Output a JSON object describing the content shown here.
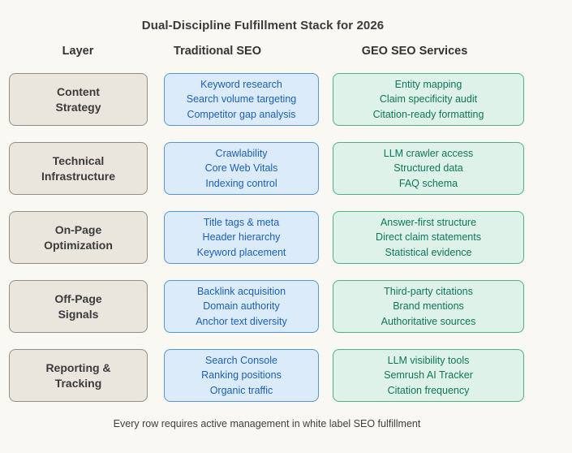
{
  "title": "Dual-Discipline Fulfillment Stack for 2026",
  "footer": "Every row requires active management in white label SEO fulfillment",
  "columns": [
    {
      "id": "layer",
      "label": "Layer"
    },
    {
      "id": "traditional",
      "label": "Traditional SEO"
    },
    {
      "id": "geo",
      "label": "GEO SEO Services"
    }
  ],
  "rows": [
    {
      "layer": [
        "Content",
        "Strategy"
      ],
      "traditional": [
        "Keyword research",
        "Search volume targeting",
        "Competitor gap analysis"
      ],
      "geo": [
        "Entity mapping",
        "Claim specificity audit",
        "Citation-ready formatting"
      ]
    },
    {
      "layer": [
        "Technical",
        "Infrastructure"
      ],
      "traditional": [
        "Crawlability",
        "Core Web Vitals",
        "Indexing control"
      ],
      "geo": [
        "LLM crawler access",
        "Structured data",
        "FAQ schema"
      ]
    },
    {
      "layer": [
        "On-Page",
        "Optimization"
      ],
      "traditional": [
        "Title tags & meta",
        "Header hierarchy",
        "Keyword placement"
      ],
      "geo": [
        "Answer-first structure",
        "Direct claim statements",
        "Statistical evidence"
      ]
    },
    {
      "layer": [
        "Off-Page",
        "Signals"
      ],
      "traditional": [
        "Backlink acquisition",
        "Domain authority",
        "Anchor text diversity"
      ],
      "geo": [
        "Third-party citations",
        "Brand mentions",
        "Authoritative sources"
      ]
    },
    {
      "layer": [
        "Reporting &",
        "Tracking"
      ],
      "traditional": [
        "Search Console",
        "Ranking positions",
        "Organic traffic"
      ],
      "geo": [
        "LLM visibility tools",
        "Semrush AI Tracker",
        "Citation frequency"
      ]
    }
  ],
  "colors": {
    "background": "#faf8f3",
    "heading_text": "#3a3a3a",
    "layer_fill": "#eae6de",
    "layer_border": "#8f8e88",
    "layer_text": "#3b3b3b",
    "traditional_fill": "#dcebfa",
    "traditional_border": "#5595d2",
    "traditional_text": "#1a5fb8",
    "geo_fill": "#def2ea",
    "geo_border": "#52ae86",
    "geo_text": "#0e7658"
  }
}
